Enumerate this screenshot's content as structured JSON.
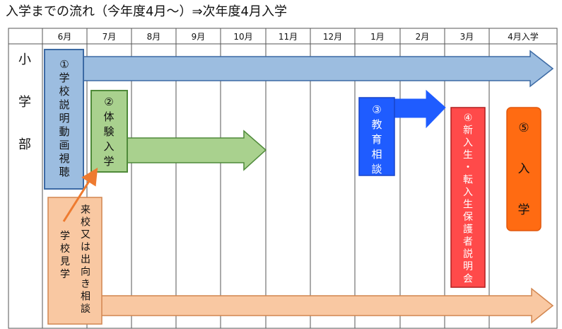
{
  "title": "入学までの流れ（今年度4月～）⇒次年度4月入学",
  "months": [
    "6月",
    "7月",
    "8月",
    "9月",
    "10月",
    "11月",
    "12月",
    "1月",
    "2月",
    "3月",
    "4月入学"
  ],
  "row_label": "小学部",
  "steps": [
    {
      "id": "s1",
      "text": "①学校説明動画視聴"
    },
    {
      "id": "s2",
      "text": "②体験入学"
    },
    {
      "id": "s3",
      "text": "③教育相談"
    },
    {
      "id": "s4",
      "text": "④新入生・転入生保護者説明会"
    },
    {
      "id": "s5",
      "text": "⑤入学"
    },
    {
      "id": "s6",
      "text": "学校見学"
    },
    {
      "id": "s7",
      "text": "来校又は出向き相談"
    }
  ],
  "colors": {
    "blue_box": "#9cbde0",
    "blue_border": "#3c6aa4",
    "green_box": "#a9d18e",
    "green_border": "#4f8a3a",
    "deep_blue": "#1f5cff",
    "red_box": "#ff4a4a",
    "orange_box": "#ff6b12",
    "peach_box": "#f9c8a2",
    "peach_border": "#d2864f",
    "connector": "#ee7b30"
  }
}
